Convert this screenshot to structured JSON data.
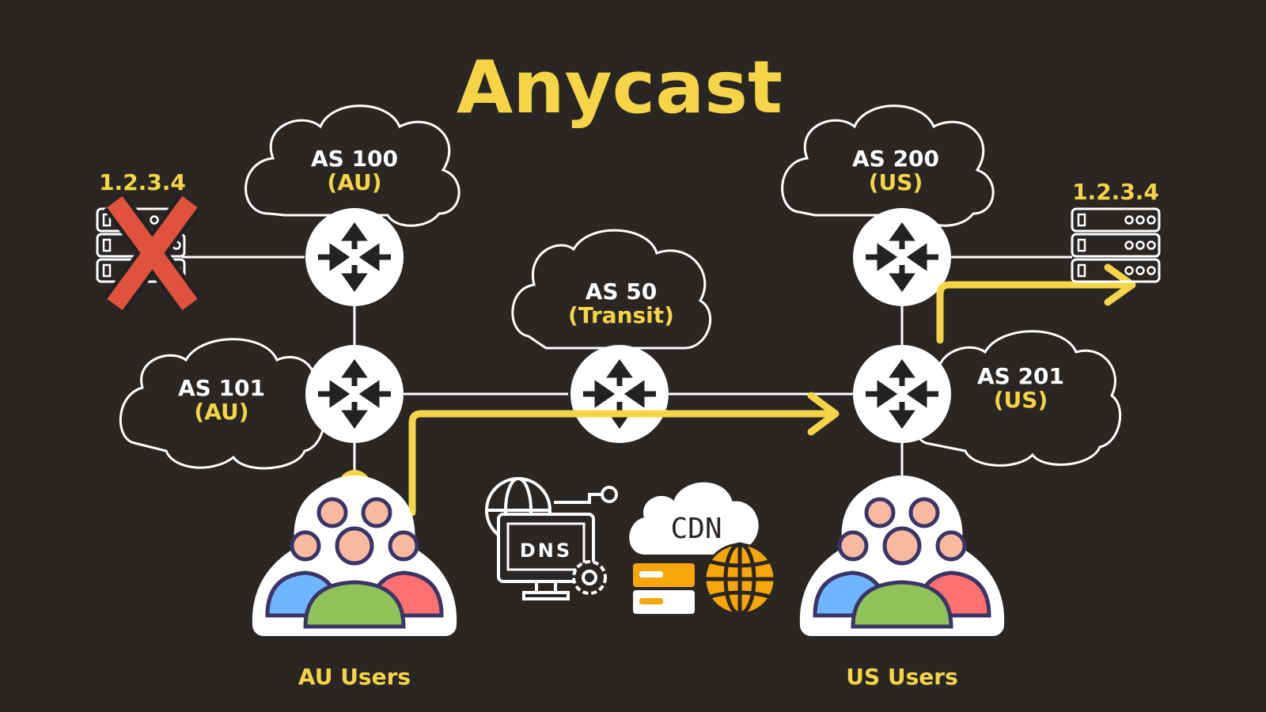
{
  "title": "Anycast",
  "clouds": {
    "as100": {
      "name": "AS 100",
      "region": "(AU)"
    },
    "as101": {
      "name": "AS 101",
      "region": "(AU)"
    },
    "as50": {
      "name": "AS 50",
      "region": "(Transit)"
    },
    "as200": {
      "name": "AS 200",
      "region": "(US)"
    },
    "as201": {
      "name": "AS 201",
      "region": "(US)"
    }
  },
  "servers": {
    "au": {
      "ip": "1.2.3.4",
      "status": "down"
    },
    "us": {
      "ip": "1.2.3.4",
      "status": "up"
    }
  },
  "users": {
    "au": "AU Users",
    "us": "US Users"
  },
  "icons": {
    "dns": "DNS",
    "cdn": "CDN"
  },
  "colors": {
    "background": "#2a2624",
    "accent": "#f5d547",
    "line": "#ffffff",
    "failure": "#e0523c",
    "cdn_orange": "#f6a609"
  }
}
